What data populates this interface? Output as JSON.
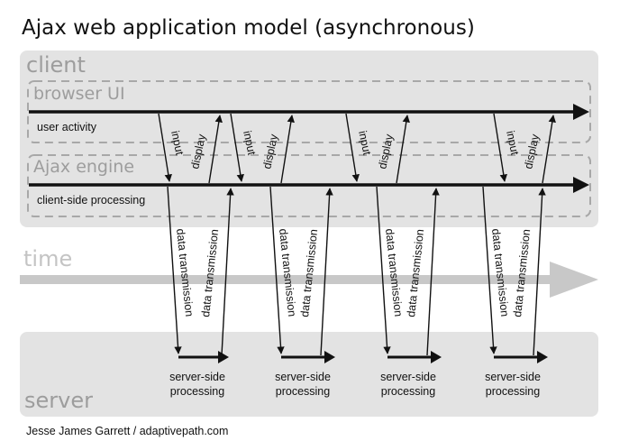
{
  "title": "Ajax web application model (asynchronous)",
  "zones": {
    "client": "client",
    "browser_ui": "browser UI",
    "ajax_engine": "Ajax engine",
    "time": "time",
    "server": "server"
  },
  "lanes": {
    "user_activity": "user activity",
    "client_processing": "client-side processing"
  },
  "arrow_labels": {
    "input": "input",
    "display": "display",
    "data_transmission": "data transmission",
    "server_processing_line1": "server-side",
    "server_processing_line2": "processing"
  },
  "cycles": 4,
  "credit": "Jesse James Garrett / adaptivepath.com",
  "colors": {
    "panel": "#e3e3e3",
    "zone_text": "#9d9d9d",
    "dashed_border": "#a8a8a8",
    "lines": "#111111",
    "time_arrow": "#c8c8c8"
  }
}
